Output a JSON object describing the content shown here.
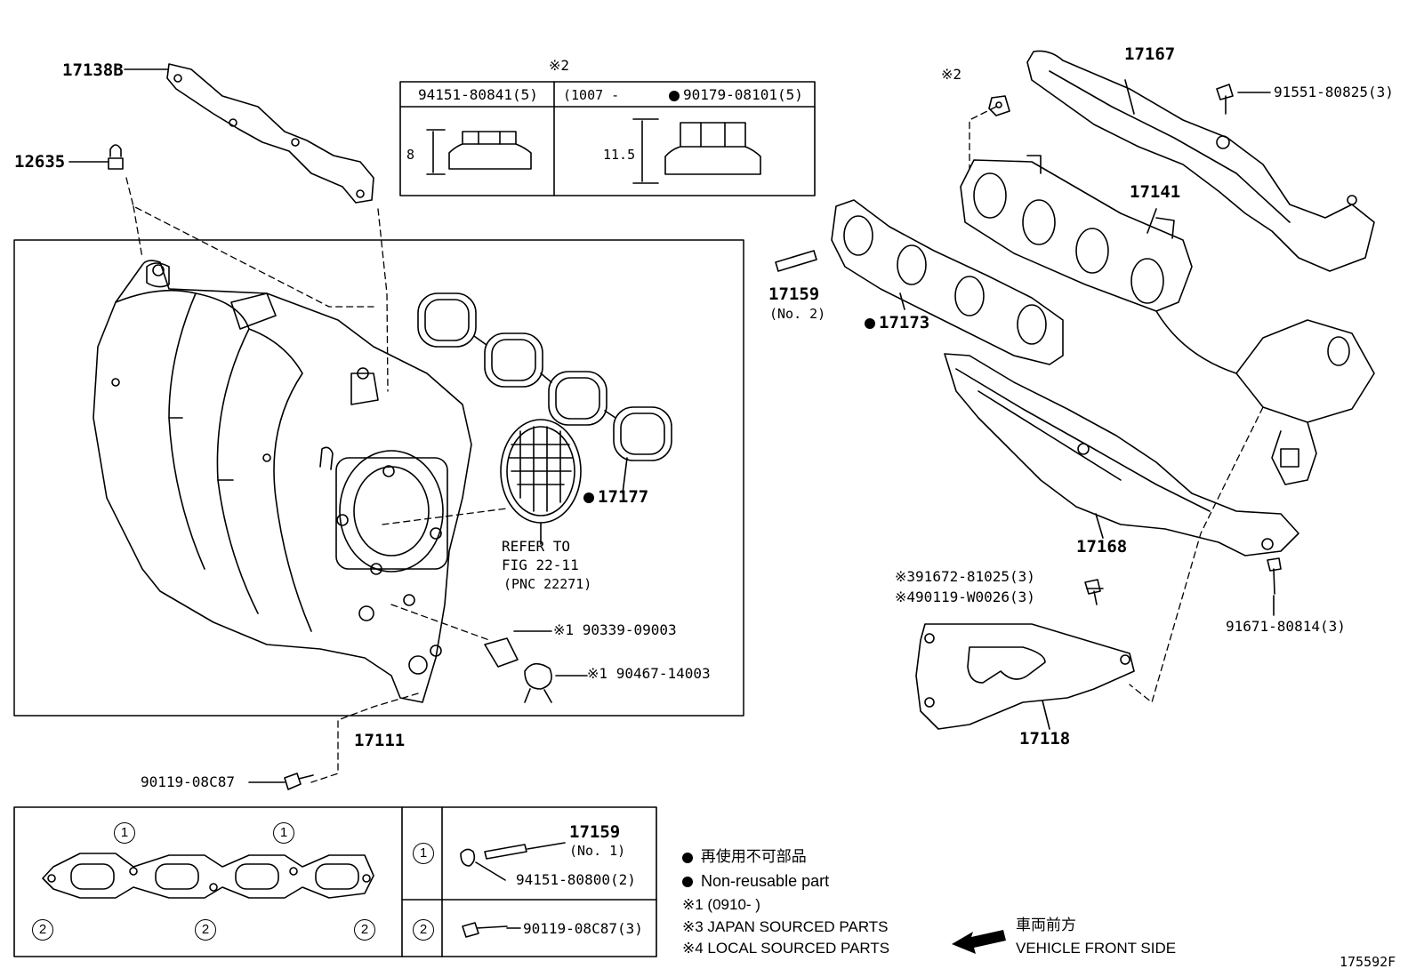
{
  "parts": {
    "p17138B": "17138B",
    "p12635": "12635",
    "p17167": "17167",
    "p91551": "91551-80825(3)",
    "p17141": "17141",
    "p17159_no2": "17159",
    "p17159_no2_sub": "(No. 2)",
    "p17173": "17173",
    "p17177": "17177",
    "refer_line1": "REFER TO",
    "refer_line2": "FIG 22-11",
    "refer_line3": "(PNC 22271)",
    "p90339": "90339-09003",
    "p90467": "90467-14003",
    "p17111": "17111",
    "p90119_08C87": "90119-08C87",
    "p17168": "17168",
    "p91672": "91672-81025(3)",
    "p90119_W0026": "90119-W0026(3)",
    "p91671": "91671-80814(3)",
    "p17118": "17118",
    "note2_mark": "※2",
    "mark_1": "※1",
    "mark_3": "※3",
    "mark_4": "※4"
  },
  "nut_table": {
    "mark": "※2",
    "col1_part": "94151-80841(5)",
    "col2_date": "(1007 -",
    "col2_part": "90179-08101(5)",
    "dim1": "8",
    "dim2": "11.5"
  },
  "inset": {
    "circle1": "1",
    "circle2": "2",
    "row1_part_top": "17159",
    "row1_part_top_sub": "(No. 1)",
    "row1_part_bottom": "94151-80800(2)",
    "row2_part": "90119-08C87(3)"
  },
  "legend": {
    "jp_nonreuse": "再使用不可部品",
    "nonreuse": "Non-reusable part",
    "note1": "※1 (0910-      )",
    "note3": "※3 JAPAN SOURCED PARTS",
    "note4": "※4 LOCAL SOURCED PARTS",
    "front_jp": "車両前方",
    "front_en": "VEHICLE FRONT SIDE"
  },
  "figure_id": "175592F"
}
